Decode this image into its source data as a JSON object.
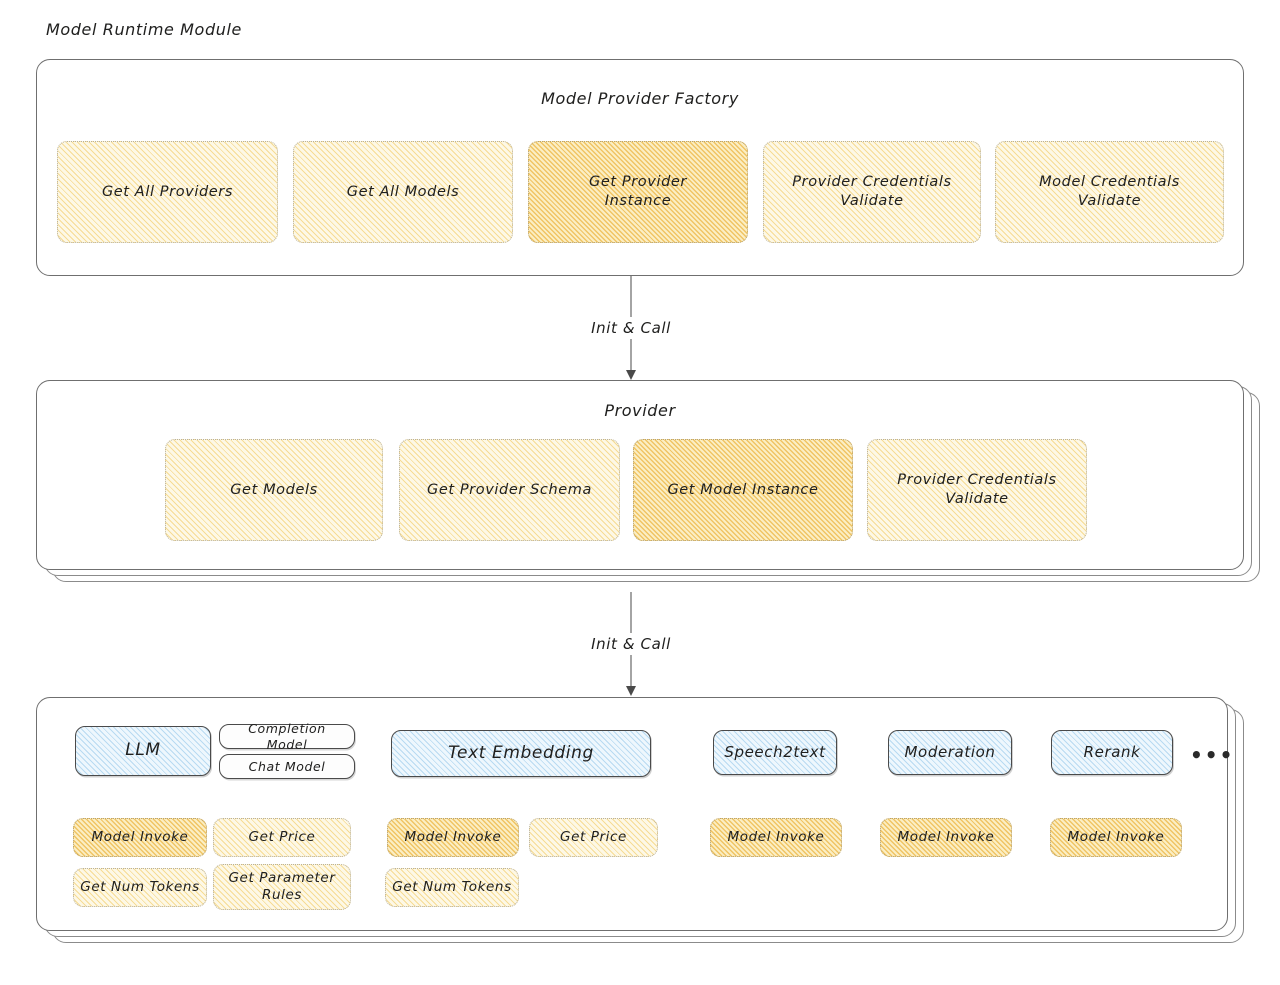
{
  "page": {
    "title": "Model Runtime Module"
  },
  "connectors": [
    {
      "label": "Init & Call"
    },
    {
      "label": "Init & Call"
    }
  ],
  "groups": [
    {
      "id": "model-provider-factory",
      "title": "Model Provider Factory",
      "items": [
        {
          "label": "Get All Providers",
          "style": "yellow"
        },
        {
          "label": "Get All Models",
          "style": "yellow"
        },
        {
          "label": "Get Provider\nInstance",
          "style": "yellow-hi"
        },
        {
          "label": "Provider Credentials\nValidate",
          "style": "yellow"
        },
        {
          "label": "Model Credentials\nValidate",
          "style": "yellow"
        }
      ]
    },
    {
      "id": "provider",
      "title": "Provider",
      "stacked": true,
      "items": [
        {
          "label": "Get Models",
          "style": "yellow"
        },
        {
          "label": "Get Provider Schema",
          "style": "yellow"
        },
        {
          "label": "Get Model Instance",
          "style": "yellow-hi"
        },
        {
          "label": "Provider Credentials\nValidate",
          "style": "yellow"
        }
      ]
    },
    {
      "id": "model-types",
      "title": "",
      "stacked": true,
      "ellipsis": "•••",
      "columns": [
        {
          "head": {
            "label": "LLM",
            "style": "blue"
          },
          "subheads": [
            {
              "label": "Completion Model",
              "style": "plain"
            },
            {
              "label": "Chat Model",
              "style": "plain"
            }
          ],
          "methods": [
            {
              "label": "Model Invoke",
              "style": "yellow-hi"
            },
            {
              "label": "Get Price",
              "style": "yellow"
            },
            {
              "label": "Get Num Tokens",
              "style": "yellow"
            },
            {
              "label": "Get Parameter\nRules",
              "style": "yellow"
            }
          ]
        },
        {
          "head": {
            "label": "Text Embedding",
            "style": "blue"
          },
          "subheads": [],
          "methods": [
            {
              "label": "Model Invoke",
              "style": "yellow-hi"
            },
            {
              "label": "Get Price",
              "style": "yellow"
            },
            {
              "label": "Get Num Tokens",
              "style": "yellow"
            }
          ]
        },
        {
          "head": {
            "label": "Speech2text",
            "style": "blue"
          },
          "subheads": [],
          "methods": [
            {
              "label": "Model Invoke",
              "style": "yellow-hi"
            }
          ]
        },
        {
          "head": {
            "label": "Moderation",
            "style": "blue"
          },
          "subheads": [],
          "methods": [
            {
              "label": "Model Invoke",
              "style": "yellow-hi"
            }
          ]
        },
        {
          "head": {
            "label": "Rerank",
            "style": "blue"
          },
          "subheads": [],
          "methods": [
            {
              "label": "Model Invoke",
              "style": "yellow-hi"
            }
          ]
        }
      ]
    }
  ],
  "colors": {
    "yellow_fill": "#fdf8e6",
    "yellow_hatch": "#f1c450",
    "yellow_hi_fill": "#fbeec4",
    "yellow_hi_hatch": "#eaaa28",
    "blue_fill": "#eef7fd",
    "blue_hatch": "#6db2e2",
    "stroke": "#4a4a4a",
    "card_stroke": "#6f6f6f",
    "background": "#ffffff"
  }
}
